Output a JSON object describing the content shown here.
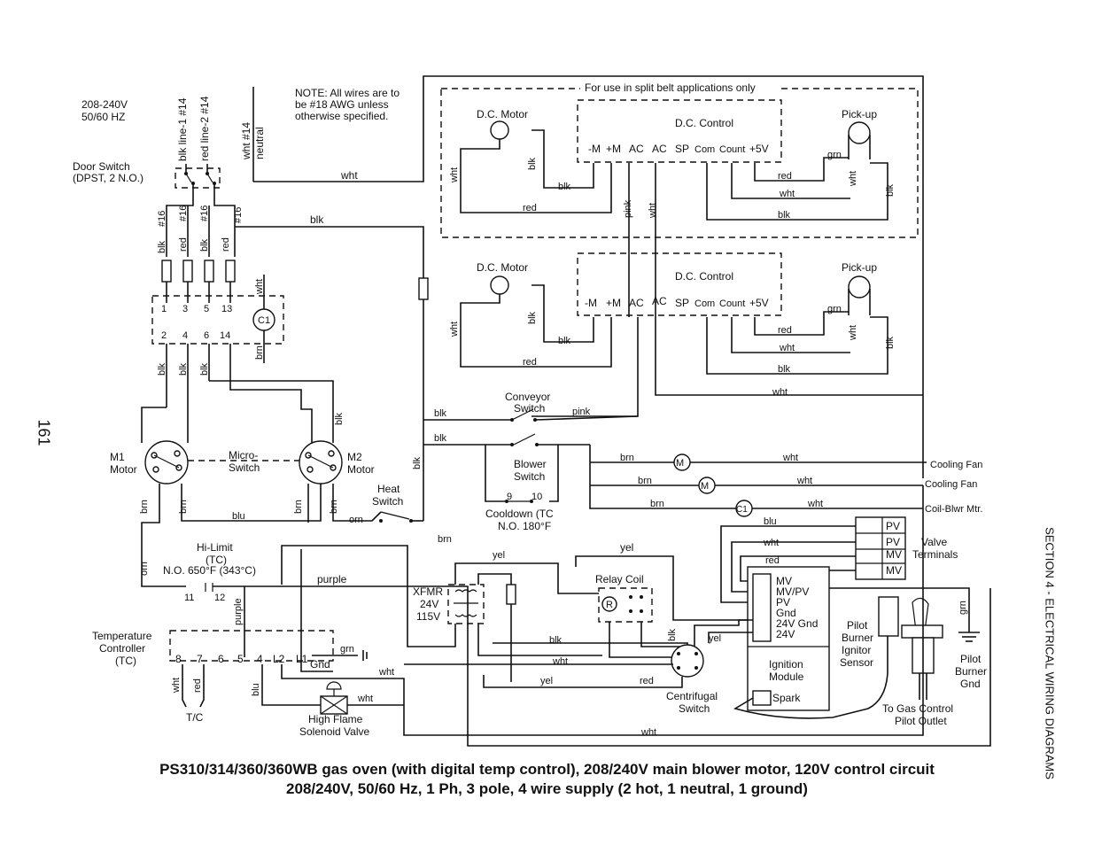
{
  "page_number": "161",
  "section_title": "SECTION 4 - ELECTRICAL WIRING DIAGRAMS",
  "caption": {
    "line1": "PS310/314/360/360WB gas oven (with digital temp control), 208/240V main blower motor, 120V control circuit",
    "line2": "208/240V, 50/60 Hz, 1 Ph, 3 pole, 4 wire supply (2 hot, 1 neutral, 1 ground)"
  },
  "supply": {
    "voltage": "208-240V",
    "frequency": "50/60 HZ",
    "line1": "blk line-1 #14",
    "line2": "red line-2 #14",
    "neutral_gauge": "wht #14",
    "neutral": "neutral"
  },
  "note": {
    "line1": "NOTE: All wires are to",
    "line2": "be #18 AWG unless",
    "line3": "otherwise specified."
  },
  "door_switch": {
    "line1": "Door Switch",
    "line2": "(DPST, 2 N.O.)"
  },
  "split_belt": {
    "title": "For use in split belt applications only"
  },
  "dc_motor": "D.C. Motor",
  "dc_control": "D.C. Control",
  "pickup": "Pick-up",
  "dc_terminals": [
    "-M",
    "+M",
    "AC",
    "AC",
    "SP",
    "Com",
    "Count",
    "+5V"
  ],
  "wire_colors": {
    "blk": "blk",
    "red": "red",
    "wht": "wht",
    "grn": "grn",
    "pink": "pink",
    "brn": "brn",
    "blu": "blu",
    "orn": "orn",
    "yel": "yel",
    "purple": "purple",
    "gauge16": "#16",
    "gauge14": "#14"
  },
  "contactor": {
    "top_terminals": [
      "1",
      "3",
      "5",
      "13"
    ],
    "bottom_terminals": [
      "2",
      "4",
      "6",
      "14"
    ],
    "coil": "C1"
  },
  "m1_motor": {
    "line1": "M1",
    "line2": "Motor"
  },
  "m2_motor": {
    "line1": "M2",
    "line2": "Motor"
  },
  "micro_switch": {
    "line1": "Micro-",
    "line2": "Switch"
  },
  "heat_switch": {
    "line1": "Heat",
    "line2": "Switch"
  },
  "conveyor_switch": {
    "line1": "Conveyor",
    "line2": "Switch"
  },
  "blower_switch": {
    "line1": "Blower",
    "line2": "Switch"
  },
  "cooldown": {
    "t1": "9",
    "t2": "10",
    "line1": "Cooldown (TC",
    "line2": "N.O. 180°F"
  },
  "hi_limit": {
    "line1": "Hi-Limit",
    "line2": "(TC)",
    "line3": "N.O. 650°F (343°C)",
    "t1": "11",
    "t2": "12"
  },
  "fans": {
    "cooling_fan_1": "Cooling Fan",
    "cooling_fan_2": "Cooling Fan",
    "coil_blower": "Coil-Blwr Mtr.",
    "motor_symbol": "M",
    "coil_symbol": "C1"
  },
  "valve_terminals": {
    "label1": "Valve",
    "label2": "Terminals",
    "items": [
      "PV",
      "PV",
      "MV",
      "MV"
    ]
  },
  "xfmr": {
    "name": "XFMR",
    "v24": "24V",
    "v115": "115V"
  },
  "relay_coil": {
    "label": "Relay Coil",
    "symbol": "R"
  },
  "ignition_module": {
    "terminals": [
      "MV",
      "MV/PV",
      "PV",
      "Gnd",
      "24V Gnd",
      "24V"
    ],
    "line1": "Ignition",
    "line2": "Module",
    "spark": "Spark"
  },
  "pilot_sensor": {
    "line1": "Pilot",
    "line2": "Burner",
    "line3": "Ignitor",
    "line4": "Sensor"
  },
  "pilot_ground": {
    "line1": "Pilot",
    "line2": "Burner",
    "line3": "Gnd"
  },
  "gas_control": {
    "line1": "To Gas Control",
    "line2": "Pilot Outlet"
  },
  "centrifugal_switch": {
    "line1": "Centrifugal",
    "line2": "Switch"
  },
  "temp_controller": {
    "line1": "Temperature",
    "line2": "Controller",
    "line3": "(TC)",
    "terminals": [
      "8",
      "7",
      "6",
      "5",
      "4",
      "L2",
      "L1"
    ],
    "gnd": "Gnd",
    "tc": "T/C"
  },
  "solenoid": {
    "line1": "High Flame",
    "line2": "Solenoid Valve"
  }
}
